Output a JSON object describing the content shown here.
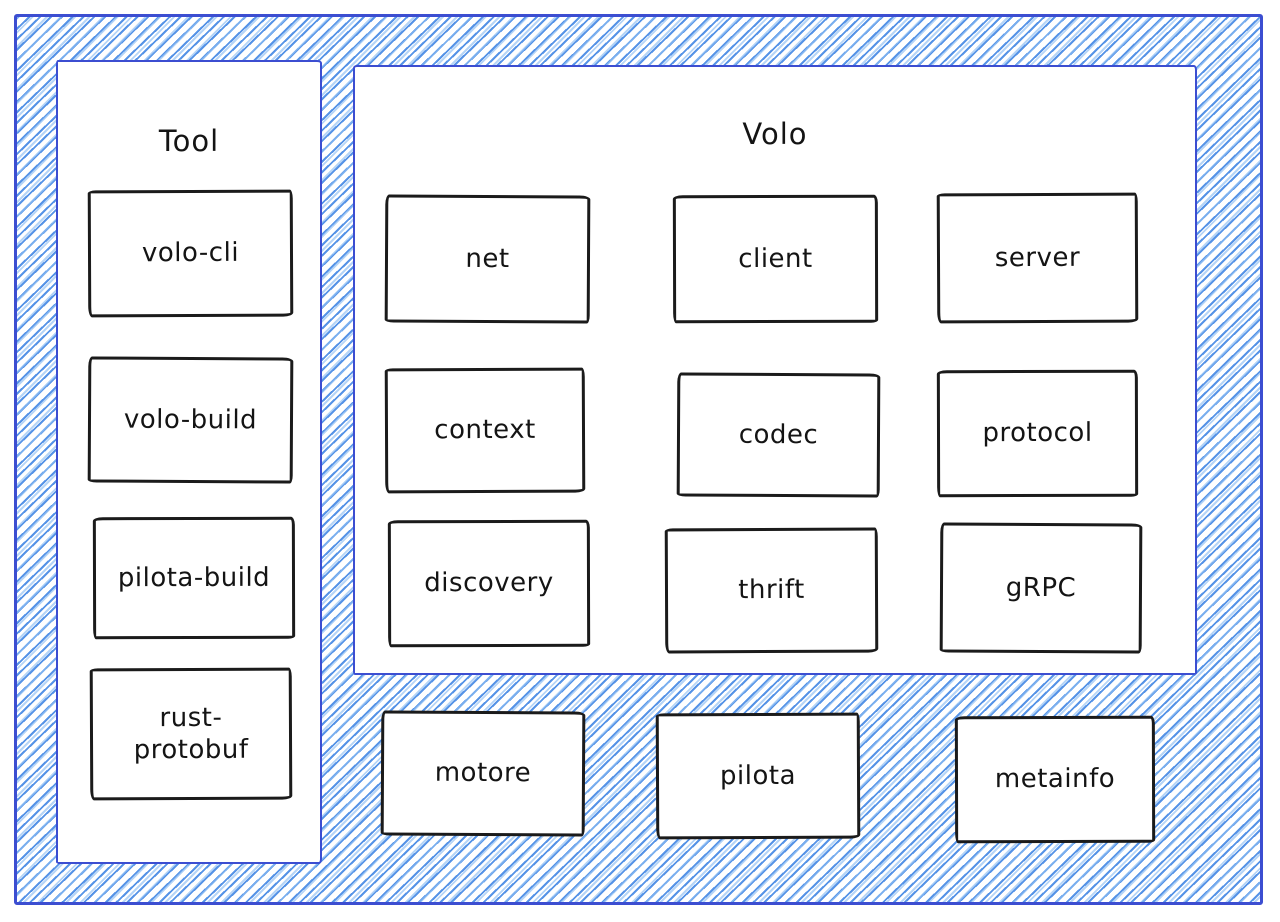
{
  "diagram": {
    "tool": {
      "title": "Tool",
      "boxes": [
        "volo-cli",
        "volo-build",
        "pilota-build",
        "rust-protobuf"
      ]
    },
    "volo": {
      "title": "Volo",
      "boxes": [
        "net",
        "client",
        "server",
        "context",
        "codec",
        "protocol",
        "discovery",
        "thrift",
        "gRPC"
      ]
    },
    "bottom": [
      "motore",
      "pilota",
      "metainfo"
    ],
    "colors": {
      "frame_blue": "#3c4ed1",
      "hatch_blue": "#4387e4",
      "hatch_light_blue": "#8ebef3",
      "box_stroke": "#1b1b1b",
      "background": "#ffffff"
    }
  }
}
